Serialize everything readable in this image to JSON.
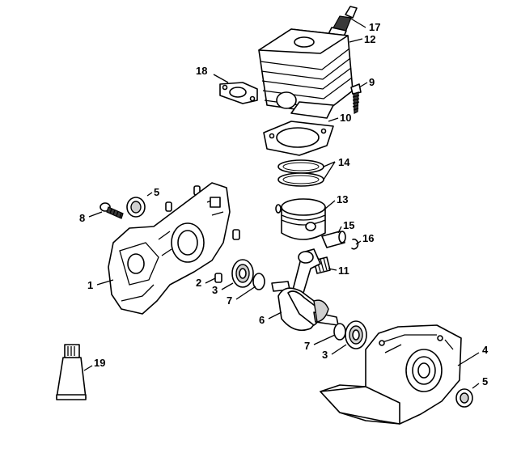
{
  "callouts": {
    "c1": "1",
    "c2": "2",
    "c3a": "3",
    "c3b": "3",
    "c4": "4",
    "c5a": "5",
    "c5b": "5",
    "c6": "6",
    "c7a": "7",
    "c7b": "7",
    "c8": "8",
    "c9": "9",
    "c10": "10",
    "c11": "11",
    "c12": "12",
    "c13": "13",
    "c14": "14",
    "c15": "15",
    "c16": "16",
    "c17": "17",
    "c18": "18",
    "c19": "19"
  }
}
